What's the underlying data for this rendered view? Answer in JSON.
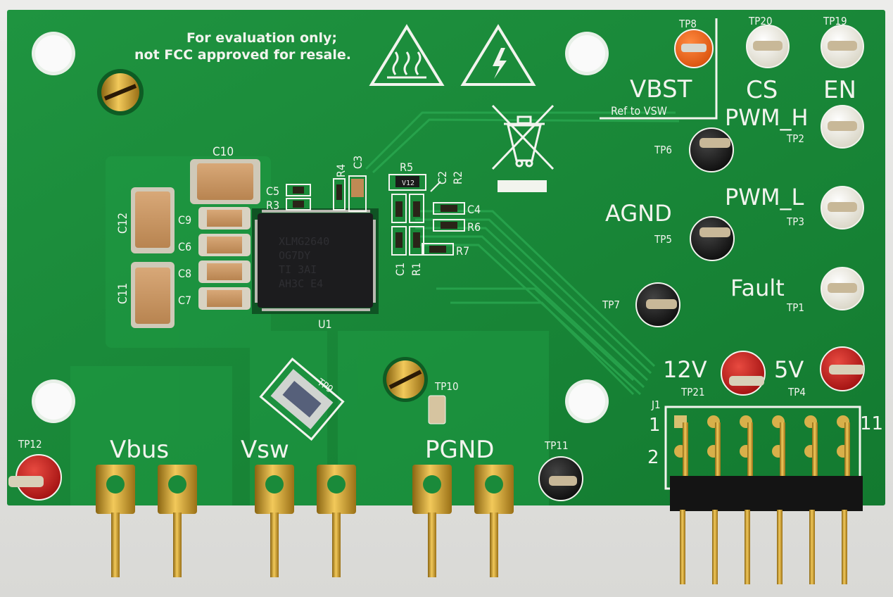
{
  "board": {
    "notice_line1": "For evaluation only;",
    "notice_line2": "not FCC approved for resale.",
    "colors": {
      "soldermask": "#1a8a3a",
      "silkscreen": "#f2f4ee",
      "gold": "#c89a28",
      "red": "#c01818",
      "orange": "#e85c16"
    }
  },
  "testpoints": {
    "tp1": "TP1",
    "tp2": "TP2",
    "tp3": "TP3",
    "tp4": "TP4",
    "tp5": "TP5",
    "tp6": "TP6",
    "tp7": "TP7",
    "tp8": "TP8",
    "tp9": "TP9",
    "tp10": "TP10",
    "tp11": "TP11",
    "tp12": "TP12",
    "tp19": "TP19",
    "tp20": "TP20",
    "tp21": "TP21"
  },
  "signals": {
    "vbst": "VBST",
    "vbst_ref": "Ref to VSW",
    "cs": "CS",
    "en": "EN",
    "pwm_h": "PWM_H",
    "pwm_l": "PWM_L",
    "agnd": "AGND",
    "fault": "Fault",
    "v12": "12V",
    "v5": "5V",
    "vbus": "Vbus",
    "vsw": "Vsw",
    "pgnd": "PGND"
  },
  "refdes": {
    "c10": "C10",
    "c12": "C12",
    "c9": "C9",
    "c6": "C6",
    "c8": "C8",
    "c11": "C11",
    "c7": "C7",
    "c5": "C5",
    "r3": "R3",
    "r4": "R4",
    "c3": "C3",
    "r5": "R5",
    "c2": "C2",
    "r2": "R2",
    "c4": "C4",
    "r6": "R6",
    "r7": "R7",
    "c1": "C1",
    "r1": "R1",
    "u1": "U1"
  },
  "chip": {
    "line1": "XLMG2640",
    "line2": "OG7DY",
    "line3": "TI 3AI",
    "line4": "AH3C  E4",
    "r5_marking": "V12"
  },
  "connector": {
    "ref": "J1",
    "pin1": "1",
    "pin2": "2",
    "pin11": "11"
  }
}
